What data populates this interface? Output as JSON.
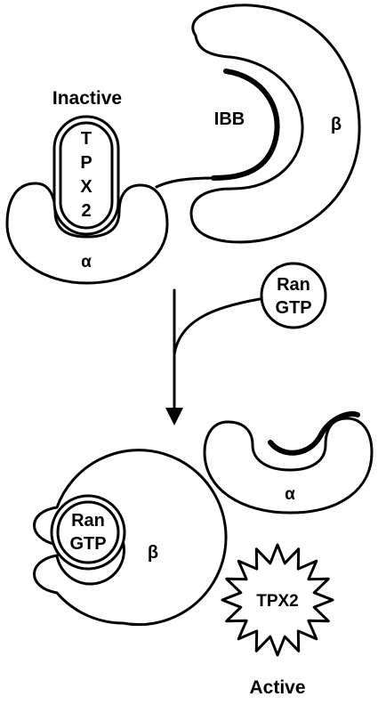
{
  "top_state": {
    "label": "Inactive",
    "tpx2_letters": [
      "T",
      "P",
      "X",
      "2"
    ],
    "importin_alpha": "α",
    "importin_beta": "β",
    "ibb": "IBB"
  },
  "ran_gtp_free": {
    "line1": "Ran",
    "line2": "GTP"
  },
  "bottom_state": {
    "importin_beta": "β",
    "ran_gtp_bound": {
      "line1": "Ran",
      "line2": "GTP"
    },
    "importin_alpha": "α",
    "tpx2": "TPX2",
    "label": "Active"
  },
  "colors": {
    "ink": "#000000",
    "background": "#ffffff"
  }
}
